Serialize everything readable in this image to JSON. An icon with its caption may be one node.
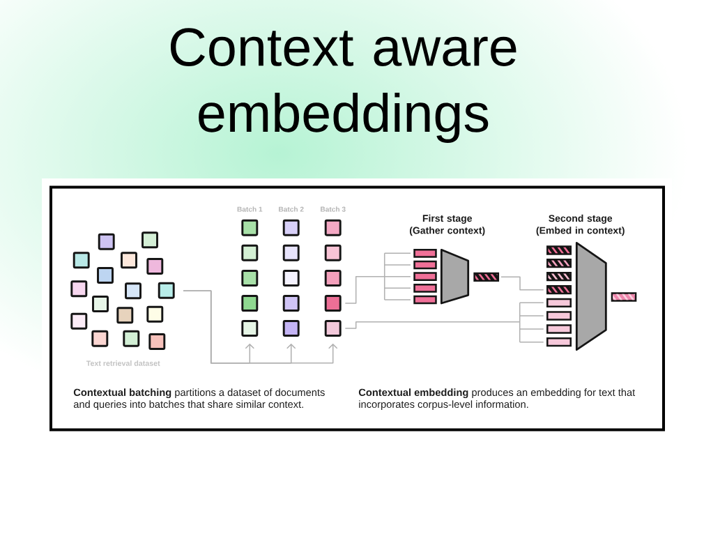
{
  "diagram": {
    "title": "Context aware embeddings",
    "nodes": [
      {
        "text": [],
        "shape": "picture",
        "beside": [
          "Text retrieval dataset"
        ]
      },
      {
        "text": [
          "Batch 1"
        ]
      },
      {
        "text": [
          "Batch 2"
        ]
      },
      {
        "text": [
          "Batch 3"
        ]
      },
      {
        "text": [
          "First stage (Gather context)"
        ]
      },
      {
        "text": [],
        "shape": "bar"
      },
      {
        "text": [
          "Second stage (Embed in context)"
        ]
      },
      {
        "text": [],
        "shape": "bar"
      }
    ],
    "edges": [
      {
        "from": 0,
        "to": 1,
        "arrow": "to"
      },
      {
        "from": 0,
        "to": 2,
        "arrow": "to"
      },
      {
        "from": 0,
        "to": 3,
        "arrow": "to"
      },
      {
        "from": 3,
        "to": 4,
        "arrow": "none"
      },
      {
        "from": 5,
        "to": 6,
        "arrow": "none"
      },
      {
        "from": 3,
        "to": 6,
        "arrow": "none"
      }
    ],
    "labels": [
      "**Contextual batching** partitions a dataset of documents and queries into batches that share similar context.",
      "**Contextual embedding** produces an embedding for text that incorporates corpus-level information."
    ]
  }
}
